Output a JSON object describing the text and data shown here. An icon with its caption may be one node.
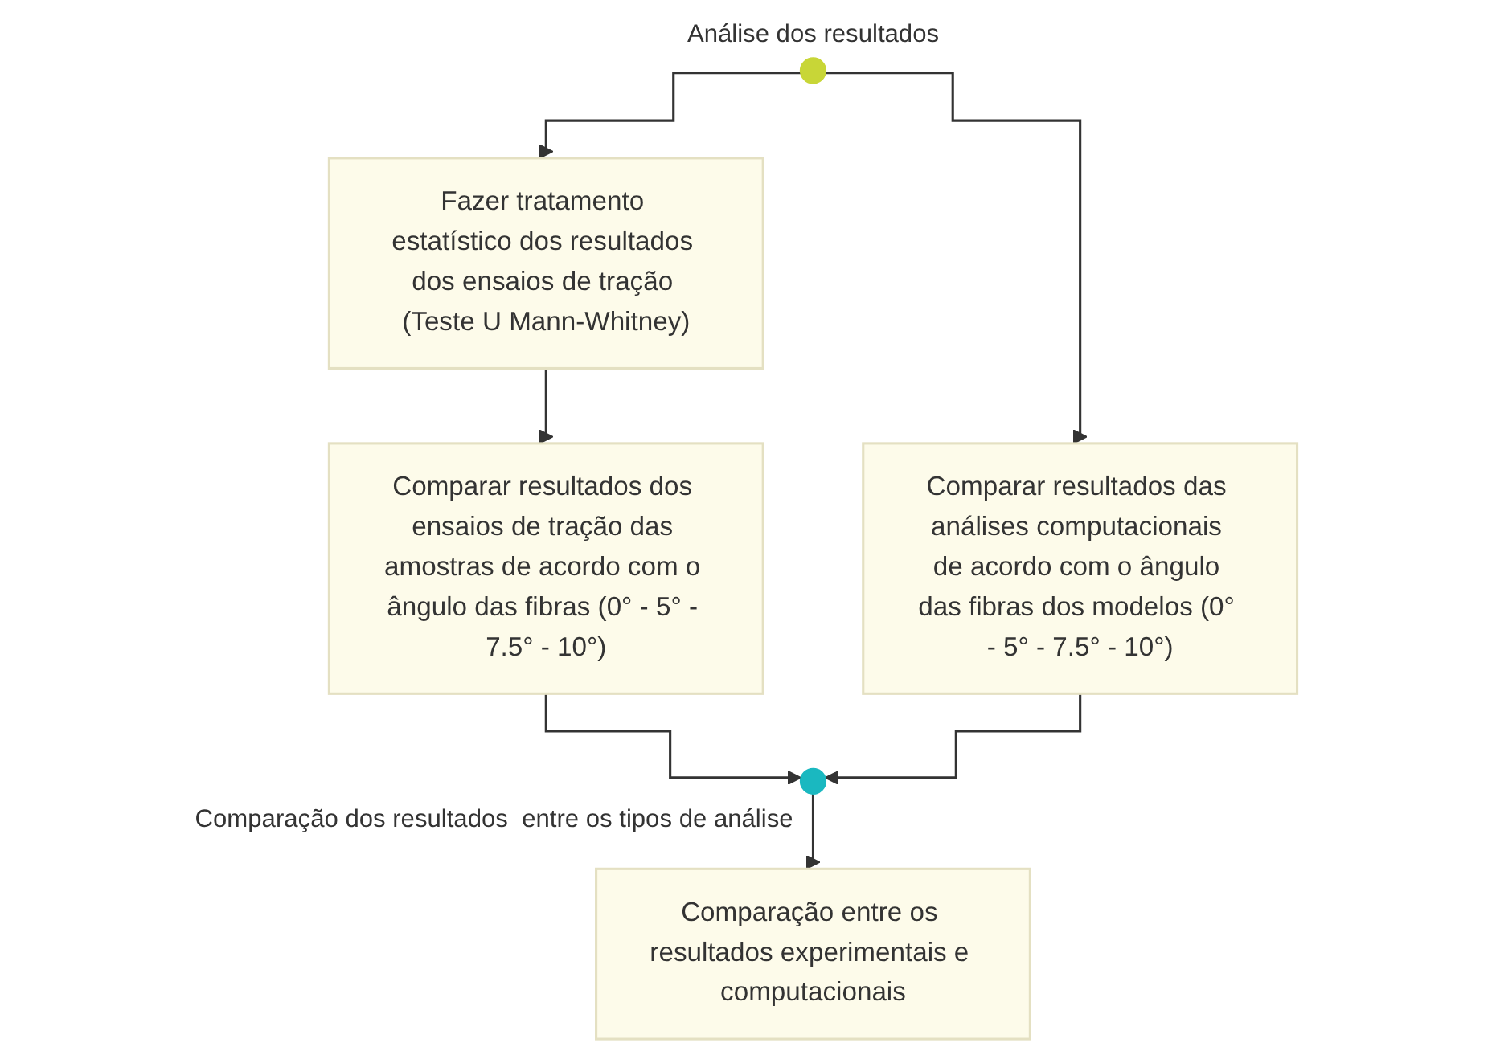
{
  "diagram": {
    "nodes": [
      {
        "text": [],
        "shape": "circle",
        "beside": [
          "Análise dos resultados"
        ]
      },
      {
        "text": [
          "Fazer tratamento estatístico dos resultados dos ensaios de tração (Teste U Mann-Whitney)"
        ]
      },
      {
        "text": [
          "Comparar resultados das análises computacionais de acordo com o ângulo das fibras dos modelos (0° - 5° - 7.5° - 10°)"
        ]
      },
      {
        "text": [
          "Comparar resultados dos ensaios de tração das amostras de acordo com o ângulo das fibras (0° - 5° - 7.5° - 10°)"
        ]
      },
      {
        "text": [],
        "shape": "circle",
        "beside": [
          "Comparação dos resultados  entre os tipos de análise"
        ]
      },
      {
        "text": [
          "Comparação entre os resultados experimentais e computacionais"
        ]
      }
    ],
    "edges": [
      {
        "from": 0,
        "to": 1,
        "arrow": "to"
      },
      {
        "from": 0,
        "to": 2,
        "arrow": "to"
      },
      {
        "from": 1,
        "to": 3,
        "arrow": "to"
      },
      {
        "from": 3,
        "to": 4,
        "arrow": "to"
      },
      {
        "from": 2,
        "to": 4,
        "arrow": "to"
      },
      {
        "from": 4,
        "to": 5,
        "arrow": "to"
      }
    ]
  }
}
